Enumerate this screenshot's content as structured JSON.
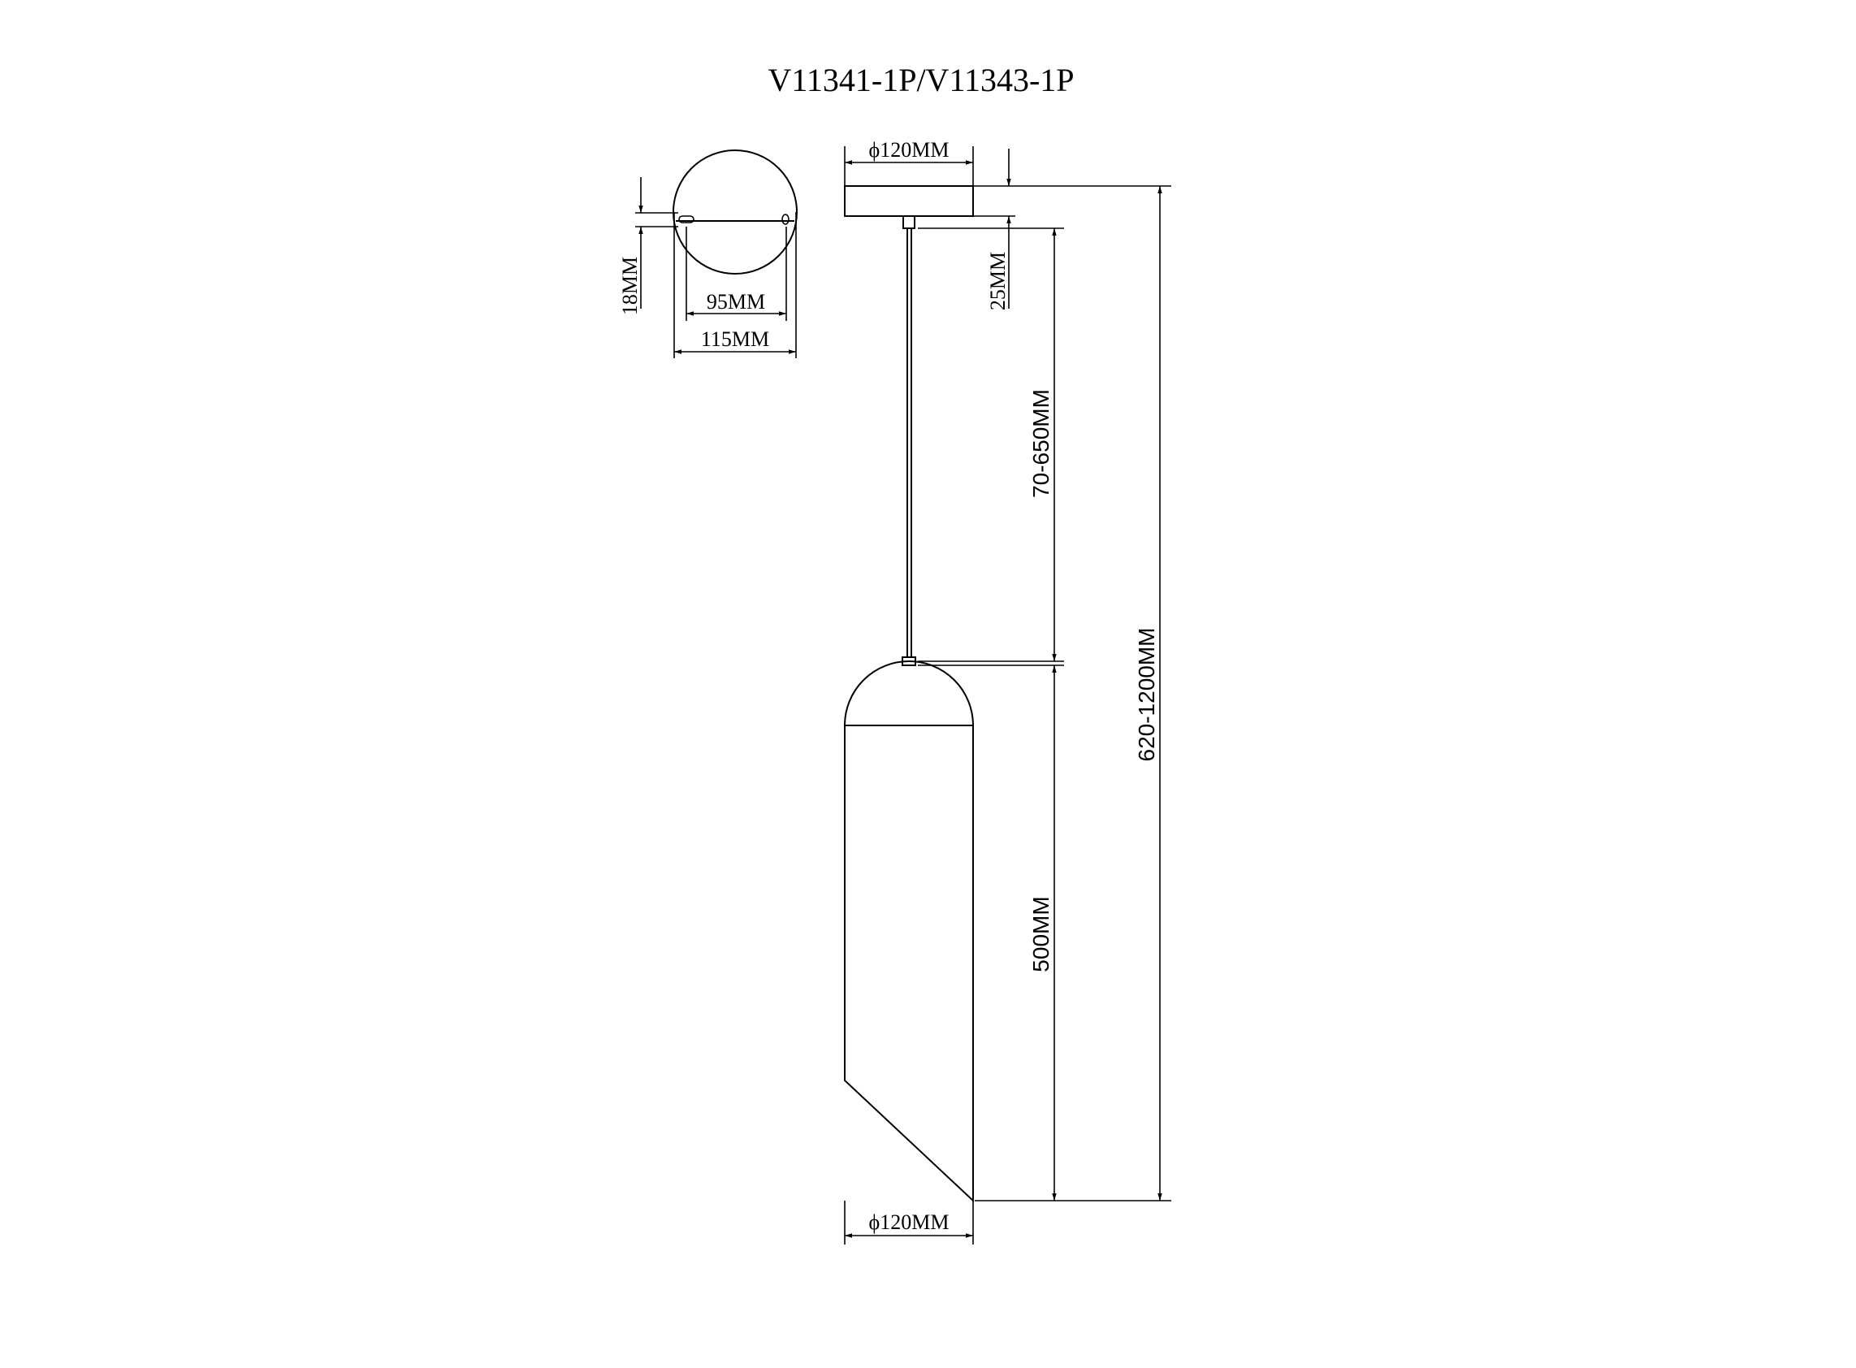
{
  "drawing": {
    "title": "V11341-1P/V11343-1P",
    "canopy_top_view": {
      "mount_spacing": "95MM",
      "canopy_width": "115MM",
      "bracket_offset": "18MM"
    },
    "side_view": {
      "canopy_diameter": "ϕ120MM",
      "canopy_height": "25MM",
      "cable_length": "70-650MM",
      "shade_height": "500MM",
      "total_height": "620-1200MM",
      "shade_diameter": "ϕ120MM"
    }
  }
}
